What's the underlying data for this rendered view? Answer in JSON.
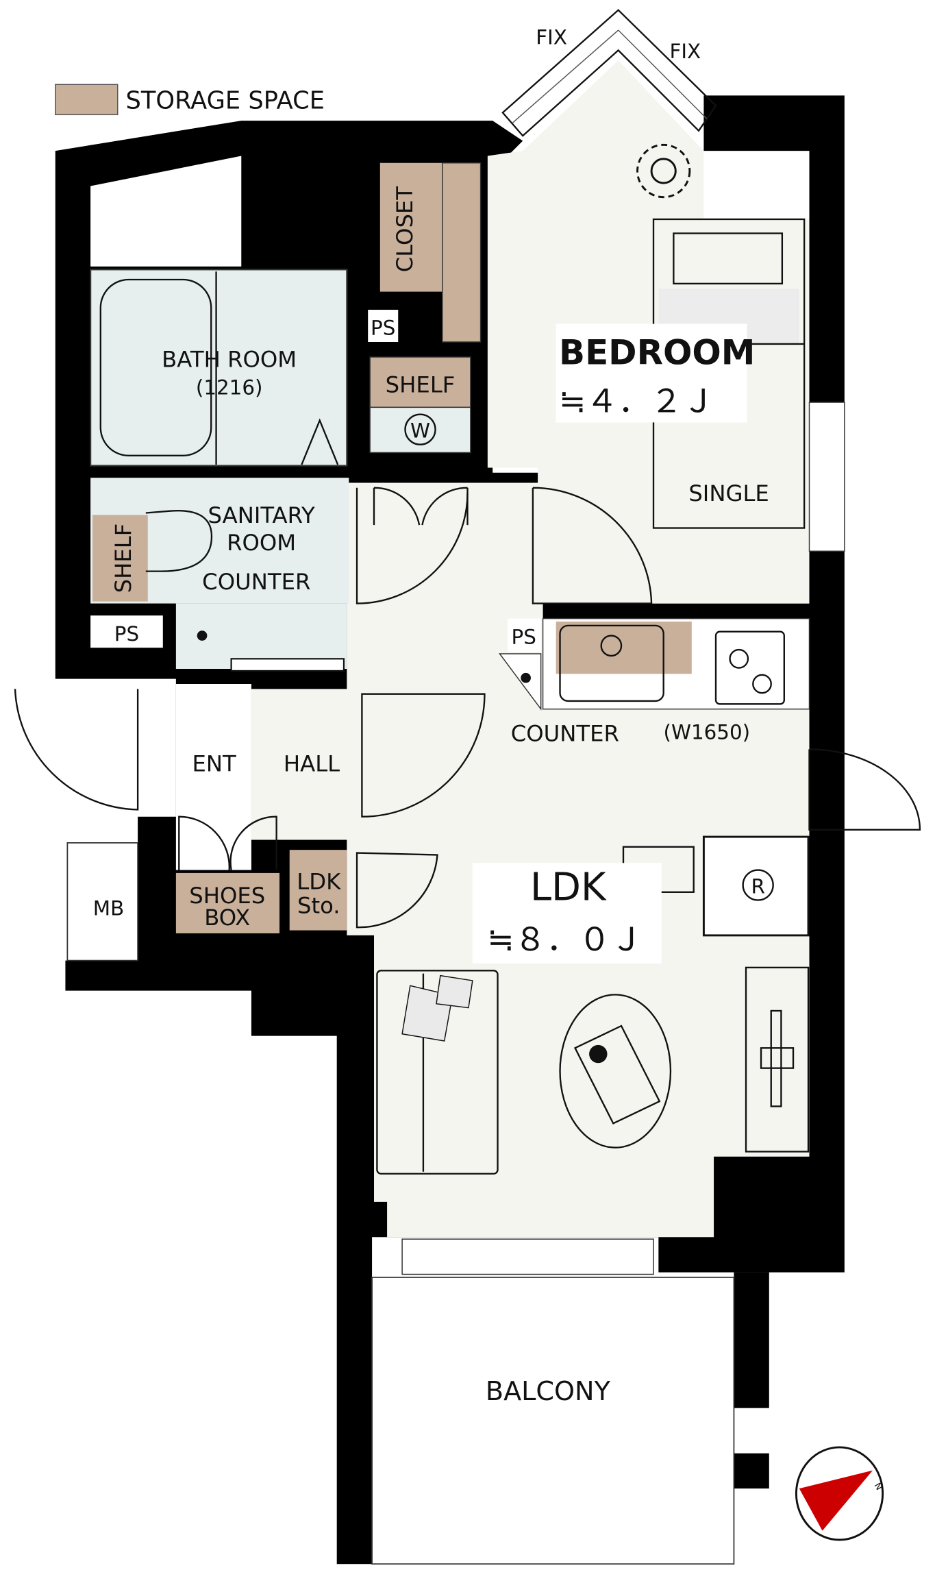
{
  "legend": {
    "label": "STORAGE SPACE",
    "color": "#c9b09b"
  },
  "colors": {
    "wall": "#000000",
    "floor": "#f5f5f0",
    "wet_area": "#e6eeee",
    "storage": "#c9b09b",
    "compass_arrow": "#cc0000"
  },
  "windows": {
    "fix_left": "FIX",
    "fix_right": "FIX"
  },
  "rooms": {
    "bedroom": {
      "name": "BEDROOM",
      "size": "≒４．２Ｊ",
      "bed": "SINGLE"
    },
    "bath": {
      "name": "BATH ROOM",
      "size": "(1216)"
    },
    "sanitary": {
      "line1": "SANITARY",
      "line2": "ROOM",
      "counter": "COUNTER"
    },
    "ldk": {
      "name": "LDK",
      "size": "≒８．０Ｊ"
    },
    "ent": "ENT",
    "hall": "HALL",
    "balcony": "BALCONY",
    "mb": "MB"
  },
  "storage": {
    "closet": "CLOSET",
    "shelf_washer": "SHELF",
    "shelf_sanitary": "SHELF",
    "shoes_box_1": "SHOES",
    "shoes_box_2": "BOX",
    "ldk_sto_1": "LDK",
    "ldk_sto_2": "Sto."
  },
  "fixtures": {
    "ps": [
      "PS",
      "PS",
      "PS"
    ],
    "washer": "W",
    "fridge": "R",
    "kitchen_counter": "COUNTER",
    "kitchen_width": "(W1650)"
  },
  "compass": {
    "north": "N"
  }
}
